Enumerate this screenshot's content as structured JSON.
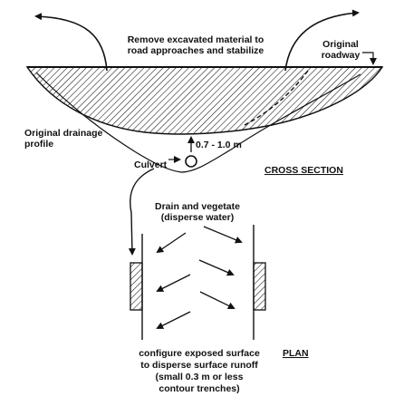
{
  "cross_section": {
    "title": "CROSS SECTION",
    "remove_note_line1": "Remove excavated material to",
    "remove_note_line2": "road approaches and stabilize",
    "original_roadway_line1": "Original",
    "original_roadway_line2": "roadway",
    "original_drainage_line1": "Original drainage",
    "original_drainage_line2": "profile",
    "depth_label": "0.7 - 1.0 m",
    "culvert_label": "Culvert"
  },
  "plan": {
    "title": "PLAN",
    "drain_line1": "Drain and vegetate",
    "drain_line2": "(disperse water)",
    "configure_line1": "configure exposed surface",
    "configure_line2": "to disperse surface runoff",
    "configure_line3": "(small 0.3 m or less",
    "configure_line4": "contour trenches)"
  }
}
